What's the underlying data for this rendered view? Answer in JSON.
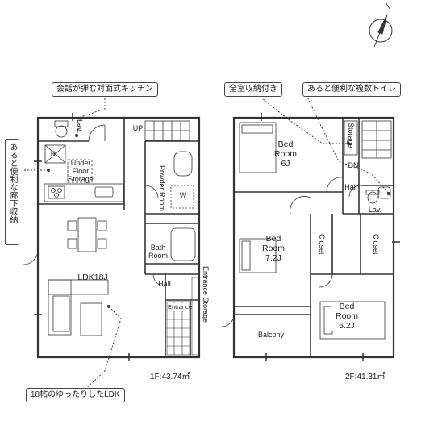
{
  "compass": {
    "north_label": "N"
  },
  "callouts": {
    "kitchen": "会話が弾む対面式キッチン",
    "hallway_storage": "あると便利な廊下収納",
    "ldk": "18帖のゆったりしたLDK",
    "full_storage": "全室収納付き",
    "toilets": "あると便利な複数トイレ"
  },
  "floor1": {
    "area": "1F:43.74㎡",
    "rooms": {
      "lav": "Lav.",
      "up": "UP",
      "r": "R",
      "under_floor_storage": "Under Floor Storage",
      "powder_room": "Powder Room",
      "w": "W",
      "bath_room": "Bath Room",
      "ldk": "LDK18J",
      "hall": "Hall",
      "entrance": "Entrance",
      "entrance_storage": "Entrance Storage"
    }
  },
  "floor2": {
    "area": "2F:41.31㎡",
    "rooms": {
      "bed1": "Bed Room 6J",
      "storage": "Storage",
      "dn": "DN",
      "hall": "Hall",
      "lav": "Lav.",
      "bed2": "Bed Room 7.2J",
      "closet1": "Closet",
      "closet2": "Closet",
      "bed3": "Bed Room 6.2J",
      "balcony": "Balcony"
    }
  }
}
